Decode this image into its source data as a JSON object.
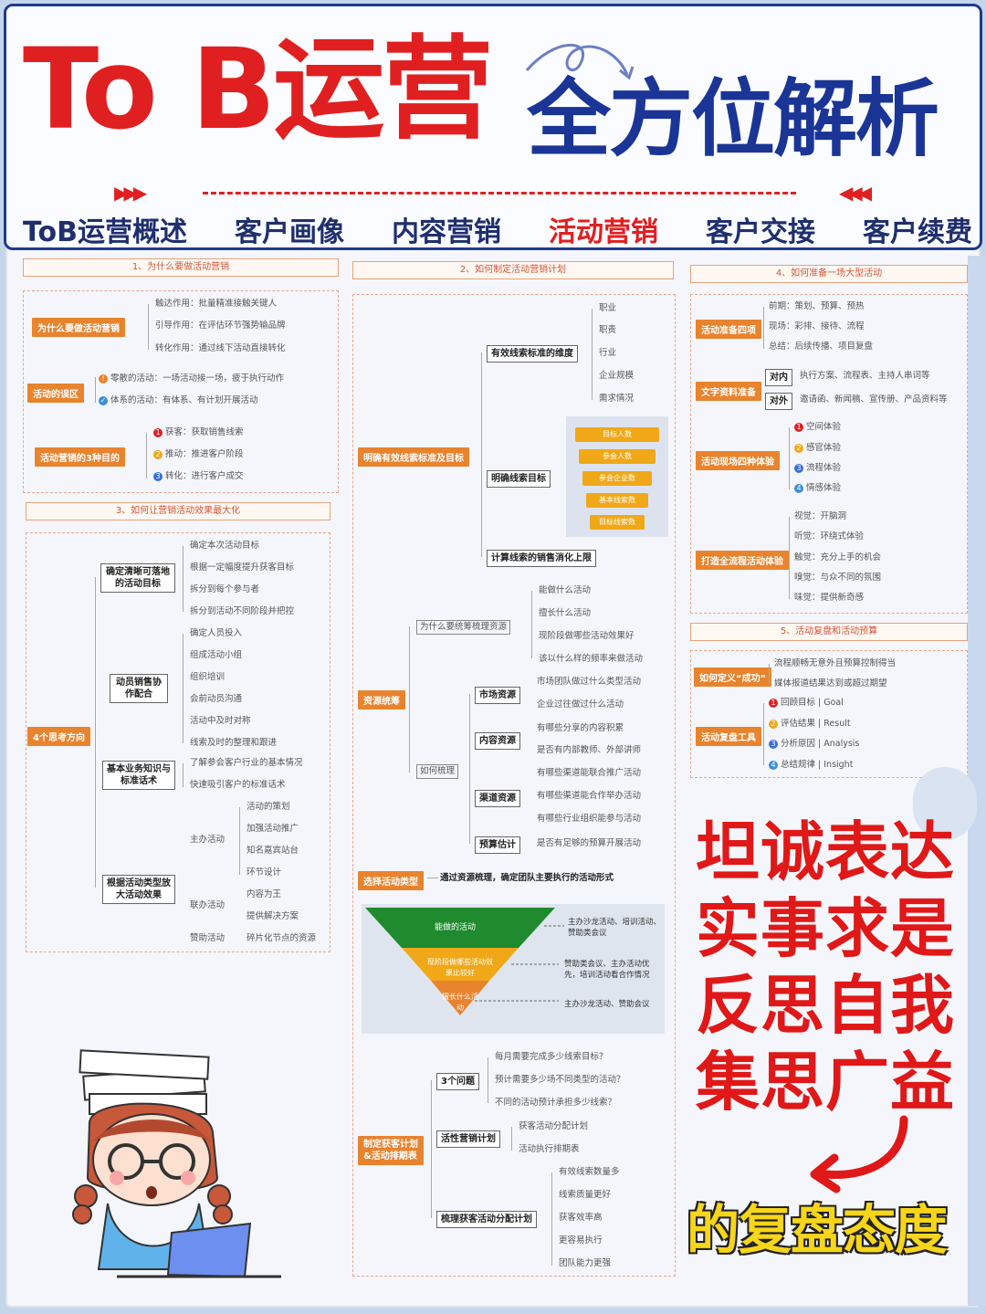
{
  "header": {
    "title_red": "To B运营",
    "title_blue": "全方位解析",
    "arrows_left": "▶▶▶",
    "arrows_right": "◀◀◀",
    "nav": [
      "ToB运营概述",
      "客户画像",
      "内容营销",
      "活动营销",
      "客户交接",
      "客户续费"
    ]
  },
  "s1": {
    "title": "1、为什么要做活动营销",
    "g1": {
      "label": "为什么要做活动营销",
      "items": [
        "触达作用：批量精准接触关键人",
        "引导作用：在评估环节强势输品牌",
        "转化作用：通过线下活动直接转化"
      ]
    },
    "g2": {
      "label": "活动的误区",
      "items": [
        "零散的活动：一场活动接一场，疲于执行动作",
        "体系的活动：有体系、有计划开展活动"
      ]
    },
    "g3": {
      "label": "活动营销的3种目的",
      "items": [
        "获客：获取销售线索",
        "推动：推进客户阶段",
        "转化：进行客户成交"
      ]
    }
  },
  "s3": {
    "title": "3、如何让营销活动效果最大化",
    "root": "4个思考方向",
    "b1": {
      "label": "确定清晰可落地的活动目标",
      "items": [
        "确定本次活动目标",
        "根据一定幅度提升获客目标",
        "拆分到每个参与者",
        "拆分到活动不同阶段并把控"
      ]
    },
    "b2": {
      "label": "动员销售协作配合",
      "items": [
        "确定人员投入",
        "组成活动小组",
        "组织培训",
        "会前动员沟通",
        "活动中及时对称",
        "线索及时的整理和跟进"
      ]
    },
    "b3": {
      "label": "基本业务知识与标准话术",
      "items": [
        "了解参会客户行业的基本情况",
        "快速吸引客户的标准话术"
      ]
    },
    "b4": {
      "label": "根据活动类型放大活动效果",
      "subs": [
        {
          "label": "主办活动",
          "items": [
            "活动的策划",
            "加强活动推广",
            "知名嘉宾站台",
            "环节设计"
          ]
        },
        {
          "label": "联办活动",
          "items": [
            "内容为王",
            "提供解决方案"
          ]
        },
        {
          "label": "赞助活动",
          "items": [
            "碎片化节点的资源"
          ]
        }
      ]
    }
  },
  "s2": {
    "title": "2、如何制定活动营销计划",
    "clear": {
      "label": "明确有效线索标准及目标",
      "dim": {
        "label": "有效线索标准的维度",
        "items": [
          "职业",
          "职责",
          "行业",
          "企业规模",
          "需求情况"
        ]
      },
      "target": {
        "label": "明确线索目标",
        "funnel": [
          "目标人数",
          "参会人数",
          "参会企业数",
          "基本线索数",
          "目标线索数"
        ]
      },
      "calc": {
        "label": "计算线索的销售消化上限"
      }
    },
    "res": {
      "label": "资源统筹",
      "why": {
        "label": "为什么要统筹梳理资源",
        "items": [
          "能做什么活动",
          "擅长什么活动",
          "现阶段做哪些活动效果好",
          "该以什么样的频率来做活动"
        ]
      },
      "how": {
        "label": "如何梳理",
        "groups": [
          {
            "label": "市场资源",
            "items": [
              "市场团队做过什么类型活动",
              "企业过往做过什么活动"
            ]
          },
          {
            "label": "内容资源",
            "items": [
              "有哪些分享的内容积累",
              "是否有内部教师、外部讲师"
            ]
          },
          {
            "label": "渠道资源",
            "items": [
              "有哪些渠道能联合推广活动",
              "有哪些渠道能合作举办活动",
              "有哪些行业组织能参与活动"
            ]
          },
          {
            "label": "预算估计",
            "items": [
              "是否有足够的预算开展活动"
            ]
          }
        ]
      }
    },
    "choose": {
      "label": "选择活动类型",
      "text": "通过资源梳理，确定团队主要执行的活动形式"
    },
    "tri": {
      "levels": [
        "能做的活动",
        "现阶段做哪些活动效果比较好",
        "擅长什么活动"
      ],
      "notes": [
        "主办沙龙活动、培训活动、赞助类会议",
        "赞助类会议、主办活动优先，培训活动看合作情况",
        "主办沙龙活动、赞助会议"
      ]
    },
    "plan": {
      "label": "制定获客计划&活动排期表",
      "q3": {
        "label": "3个问题",
        "items": [
          "每月需要完成多少线索目标？",
          "预计需要多少场不同类型的活动？",
          "不同的活动预计承担多少线索？"
        ]
      },
      "live": {
        "label": "活性营销计划",
        "items": [
          "获客活动分配计划",
          "活动执行排期表"
        ]
      },
      "dist": {
        "label": "梳理获客活动分配计划",
        "items": [
          "有效线索数量多",
          "线索质量更好",
          "获客效率高",
          "更容易执行",
          "团队能力更强"
        ]
      }
    }
  },
  "s4": {
    "title": "4、如何准备一场大型活动",
    "g1": {
      "label": "活动准备四项",
      "items": [
        "前期：策划、预算、预热",
        "现场：彩排、接待、流程",
        "总结：后续传播、项目复盘"
      ]
    },
    "g2": {
      "label": "文字资料准备",
      "inner": {
        "label": "对内",
        "text": "执行方案、流程表、主持人串词等"
      },
      "outer": {
        "label": "对外",
        "text": "邀请函、新闻稿、宣传册、产品资料等"
      }
    },
    "g3": {
      "label": "活动现场四种体验",
      "items": [
        "空间体验",
        "感官体验",
        "流程体验",
        "情感体验"
      ]
    },
    "g4": {
      "label": "打造全流程活动体验",
      "items": [
        "视觉：开脑洞",
        "听觉：环绕式体验",
        "触觉：充分上手的机会",
        "嗅觉：与众不同的氛围",
        "味觉：提供新奇感"
      ]
    }
  },
  "s5": {
    "title": "5、活动复盘和活动预算",
    "g1": {
      "label": "如何定义“成功”",
      "items": [
        "流程顺畅无意外且预算控制得当",
        "媒体报道结果达到或超过期望"
      ]
    },
    "g2": {
      "label": "活动复盘工具",
      "items": [
        "回顾目标 | Goal",
        "评估结果 | Result",
        "分析原因 | Analysis",
        "总结规律 | Insight"
      ]
    }
  },
  "slogan": [
    "坦诚表达",
    "实事求是",
    "反思自我",
    "集思广益"
  ],
  "closing": "的复盘态度",
  "colors": {
    "red": "#e02020",
    "blue": "#1a3596",
    "orange": "#e8832e",
    "yellow": "#f7d51a"
  }
}
